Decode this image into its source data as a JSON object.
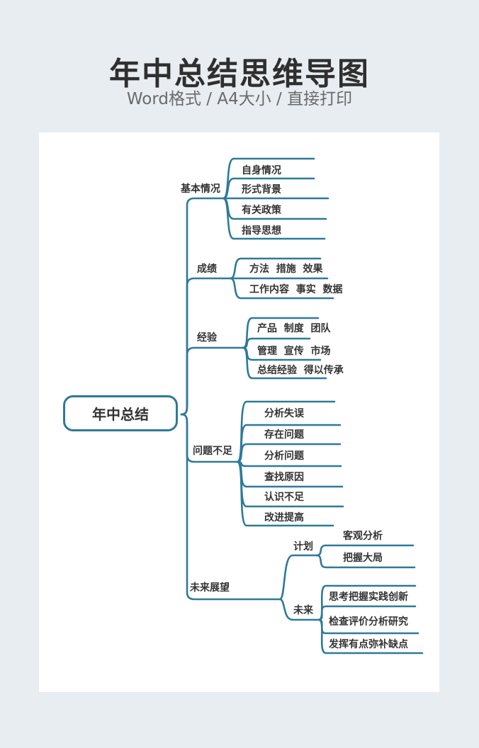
{
  "header": {
    "title": "年中总结思维导图",
    "subtitle": "Word格式 / A4大小 / 直接打印"
  },
  "colors": {
    "line": "#2e7a9a",
    "background": "#e8edf1"
  },
  "mindmap": {
    "root": "年中总结",
    "branches": [
      {
        "label": "基本情况",
        "children": [
          "自身情况",
          "形式背景",
          "有关政策",
          "指导思想"
        ]
      },
      {
        "label": "成绩",
        "children": [
          "方法  措施  效果",
          "工作内容  事实  数据"
        ]
      },
      {
        "label": "经验",
        "children": [
          "产品  制度  团队",
          "管理  宣传  市场",
          "总结经验  得以传承"
        ]
      },
      {
        "label": "问题不足",
        "children": [
          "分析失误",
          "存在问题",
          "分析问题",
          "查找原因",
          "认识不足",
          "改进提高"
        ]
      },
      {
        "label": "未来展望",
        "children": [
          {
            "label": "计划",
            "children": [
              "客观分析",
              "把握大局"
            ]
          },
          {
            "label": "未来",
            "children": [
              "思考把握实践创新",
              "检查评价分析研究",
              "发挥有点弥补缺点"
            ]
          }
        ]
      }
    ]
  }
}
